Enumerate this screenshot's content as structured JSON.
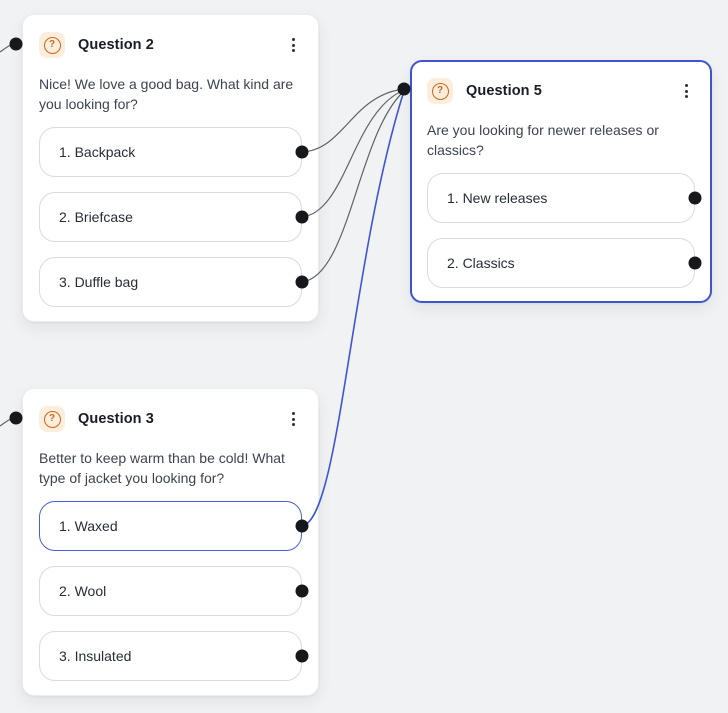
{
  "app": {
    "type": "chatbot-flow-builder-canvas"
  },
  "colors": {
    "canvas_bg": "#f1f2f4",
    "card_bg": "#ffffff",
    "card_border": "#eaecef",
    "selected_card_border": "#3e55cd",
    "option_border": "#d8dbe1",
    "selected_option_border": "#4a5fd8",
    "wire_gray": "#5f6368",
    "wire_blue": "#3d56d5",
    "port_black": "#17181b",
    "icon_orange": "#cf661d",
    "icon_bg": "#fbeedc"
  },
  "icons": {
    "question_glyph": "?"
  },
  "nodes": [
    {
      "id": "question-2",
      "title": "Question 2",
      "body": "Nice! We love a good bag. What kind are you looking for?",
      "selected": false,
      "options": [
        {
          "label": "1. Backpack",
          "selected": false
        },
        {
          "label": "2. Briefcase",
          "selected": false
        },
        {
          "label": "3. Duffle bag",
          "selected": false
        }
      ]
    },
    {
      "id": "question-5",
      "title": "Question 5",
      "body": "Are you looking for newer releases or classics?",
      "selected": true,
      "options": [
        {
          "label": "1. New releases",
          "selected": false
        },
        {
          "label": "2. Classics",
          "selected": false
        }
      ]
    },
    {
      "id": "question-3",
      "title": "Question 3",
      "body": "Better to keep warm than be cold! What type of jacket you looking for?",
      "selected": false,
      "options": [
        {
          "label": "1. Waxed",
          "selected": true
        },
        {
          "label": "2. Wool",
          "selected": false
        },
        {
          "label": "3. Insulated",
          "selected": false
        }
      ]
    }
  ],
  "connections": [
    {
      "from": "offscreen-left",
      "to": "question-2-input",
      "highlighted": false
    },
    {
      "from": "offscreen-left",
      "to": "question-3-input",
      "highlighted": false
    },
    {
      "from": "question-2.option-backpack",
      "to": "question-5-input",
      "highlighted": false
    },
    {
      "from": "question-2.option-briefcase",
      "to": "question-5-input",
      "highlighted": false
    },
    {
      "from": "question-2.option-duffle-bag",
      "to": "question-5-input",
      "highlighted": false
    },
    {
      "from": "question-3.option-waxed",
      "to": "question-5-input",
      "highlighted": true
    }
  ]
}
